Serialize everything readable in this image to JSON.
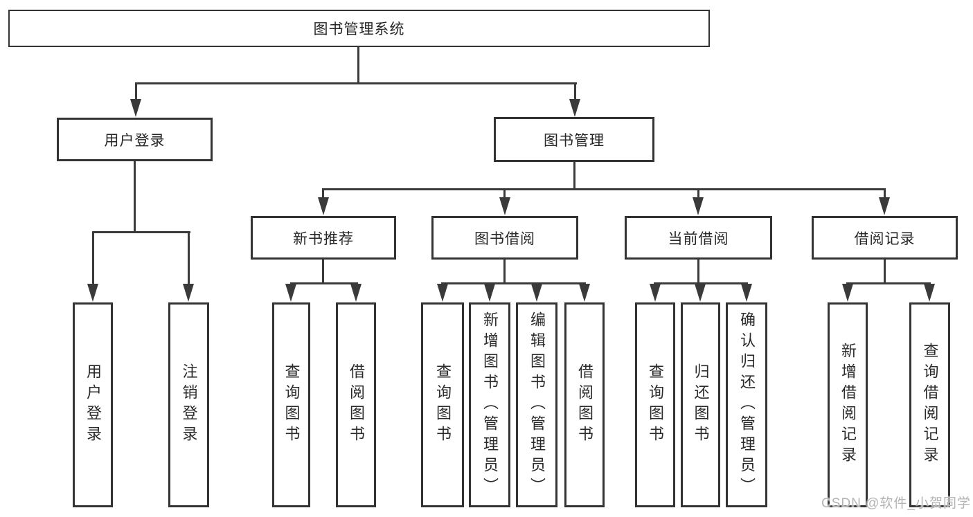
{
  "diagram": {
    "type": "hierarchy-tree",
    "orientation": "top-down",
    "colors": {
      "line": "#3a3a3a",
      "box_border": "#333333",
      "box_background": "#ffffff",
      "text": "#262626",
      "watermark_text": "#b4b4b7"
    }
  },
  "tree": {
    "label": "图书管理系统",
    "children": [
      {
        "label": "用户登录",
        "children": [
          {
            "label": "用户登录"
          },
          {
            "label": "注销登录"
          }
        ]
      },
      {
        "label": "图书管理",
        "children": [
          {
            "label": "新书推荐",
            "children": [
              {
                "label": "查询图书"
              },
              {
                "label": "借阅图书"
              }
            ]
          },
          {
            "label": "图书借阅",
            "children": [
              {
                "label": "查询图书"
              },
              {
                "label": "新增图书（管理员）"
              },
              {
                "label": "编辑图书（管理员）"
              },
              {
                "label": "借阅图书"
              }
            ]
          },
          {
            "label": "当前借阅",
            "children": [
              {
                "label": "查询图书"
              },
              {
                "label": "归还图书"
              },
              {
                "label": "确认归还（管理员）"
              }
            ]
          },
          {
            "label": "借阅记录",
            "children": [
              {
                "label": "新增借阅记录"
              },
              {
                "label": "查询借阅记录"
              }
            ]
          }
        ]
      }
    ]
  },
  "watermark": {
    "text": "CSDN @软件_小贺同学"
  }
}
